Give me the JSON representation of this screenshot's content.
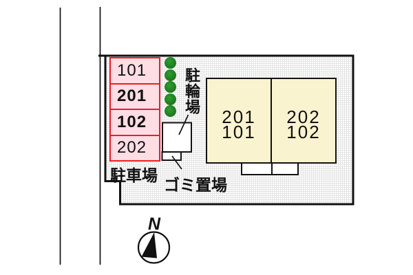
{
  "site_plan": {
    "parking": {
      "label": "駐車場",
      "spaces": [
        {
          "id": "101",
          "emphasis": false
        },
        {
          "id": "201",
          "emphasis": true
        },
        {
          "id": "102",
          "emphasis": true
        },
        {
          "id": "202",
          "emphasis": false
        }
      ]
    },
    "bicycle_parking": {
      "label": "駐輪場"
    },
    "garbage_area": {
      "label": "ゴミ置場"
    },
    "building": {
      "units": [
        {
          "upper": "201",
          "lower": "101"
        },
        {
          "upper": "202",
          "lower": "102"
        }
      ]
    },
    "compass": {
      "north_label": "N"
    },
    "landscaping": {
      "bush_count": 5
    },
    "colors": {
      "parking_fill": "#ffdde5",
      "parking_border": "#ee1c24",
      "building_fill": "#faf3cf",
      "bush_green": "#217f21",
      "line_black": "#111111",
      "site_grid_gray": "#e4e4e4"
    }
  }
}
